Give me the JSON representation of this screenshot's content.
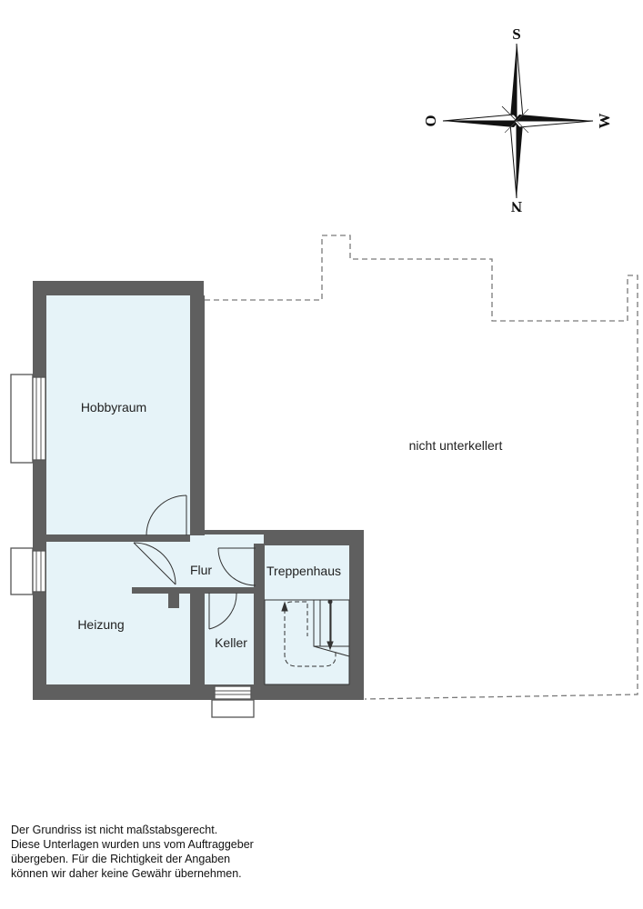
{
  "compass": {
    "top": "S",
    "right": "W",
    "bottom": "N",
    "left": "O"
  },
  "rooms": {
    "hobbyraum": "Hobbyraum",
    "heizung": "Heizung",
    "flur": "Flur",
    "keller": "Keller",
    "treppenhaus": "Treppenhaus"
  },
  "area_note": "nicht unterkellert",
  "disclaimer": [
    "Der Grundriss ist nicht maßstabsgerecht.",
    "Diese Unterlagen wurden uns vom Auftraggeber",
    "übergeben. Für die Richtigkeit der Angaben",
    "können wir daher keine Gewähr übernehmen."
  ],
  "colors": {
    "wall": "#5f5f5f",
    "room_fill": "#e6f3f8",
    "line": "#444444",
    "dashed": "#7a7a7a"
  }
}
